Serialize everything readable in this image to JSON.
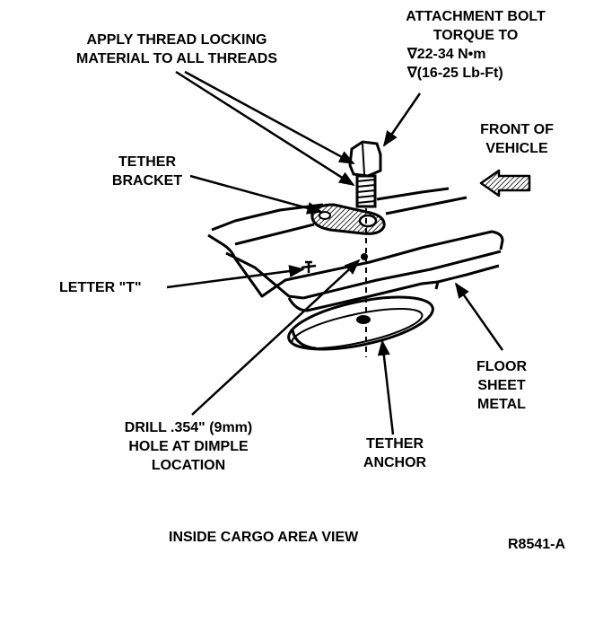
{
  "labels": {
    "thread_locking": [
      "APPLY THREAD LOCKING",
      "MATERIAL TO ALL THREADS"
    ],
    "attachment_bolt": [
      "ATTACHMENT BOLT",
      "TORQUE TO",
      "∇22-34  N•m",
      "∇(16-25  Lb-Ft)"
    ],
    "front_of_vehicle": [
      "FRONT OF",
      "VEHICLE"
    ],
    "tether_bracket": [
      "TETHER",
      "BRACKET"
    ],
    "letter_t": "LETTER \"T\"",
    "floor_sheet_metal": [
      "FLOOR",
      "SHEET",
      "METAL"
    ],
    "drill_hole": [
      "DRILL .354\" (9mm)",
      "HOLE AT DIMPLE",
      "LOCATION"
    ],
    "tether_anchor": [
      "TETHER",
      "ANCHOR"
    ],
    "view_caption": "INSIDE CARGO AREA VIEW",
    "figure_id": "R8541-A"
  }
}
